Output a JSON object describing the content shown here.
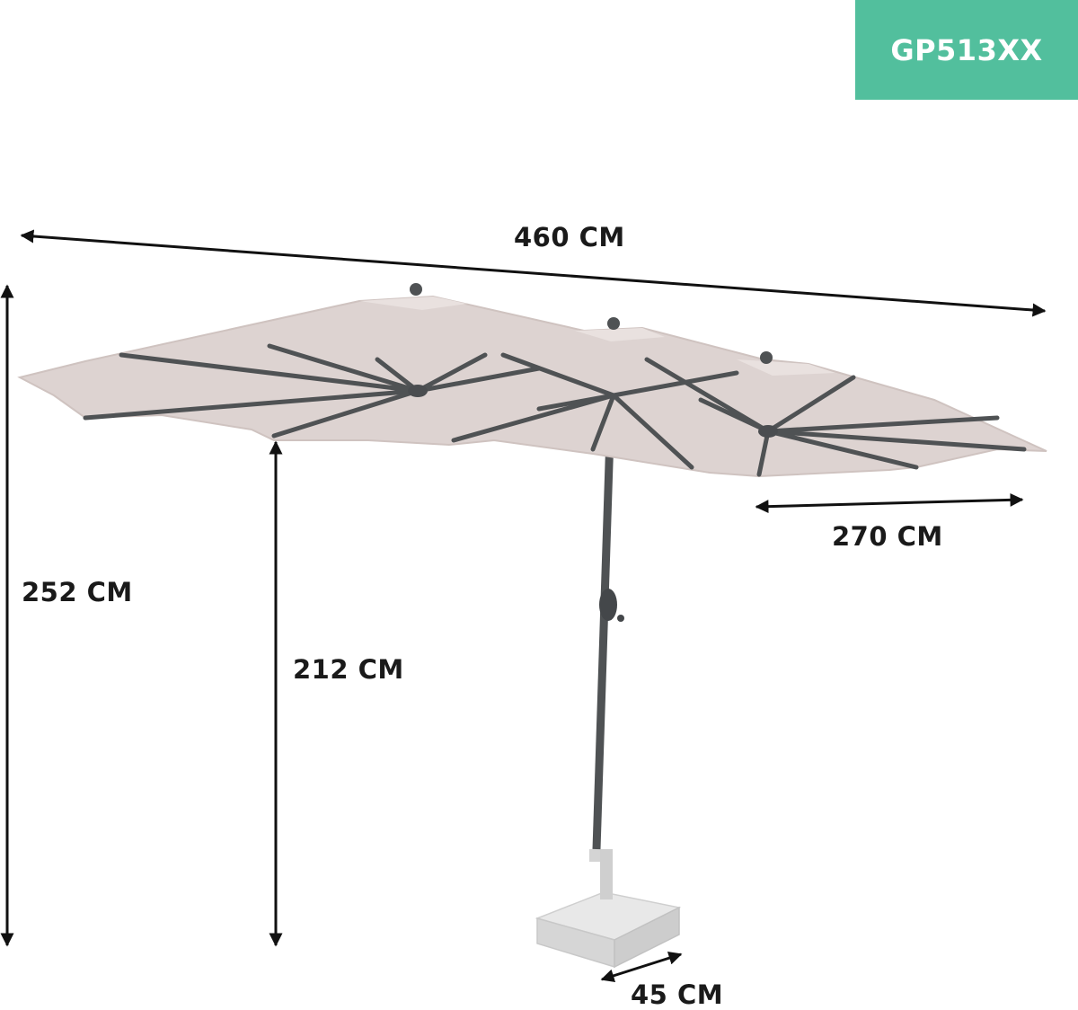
{
  "product_code": "GP513XX",
  "badge_color": "#52bf9d",
  "canopy_color": "#ddd3d1",
  "frame_color": "#4f5254",
  "base_color": "#e2e2e2",
  "dimensions": {
    "total_width": "460 CM",
    "total_height": "252 CM",
    "clearance_height": "212 CM",
    "canopy_side_width": "270 CM",
    "base_width": "45 CM"
  }
}
